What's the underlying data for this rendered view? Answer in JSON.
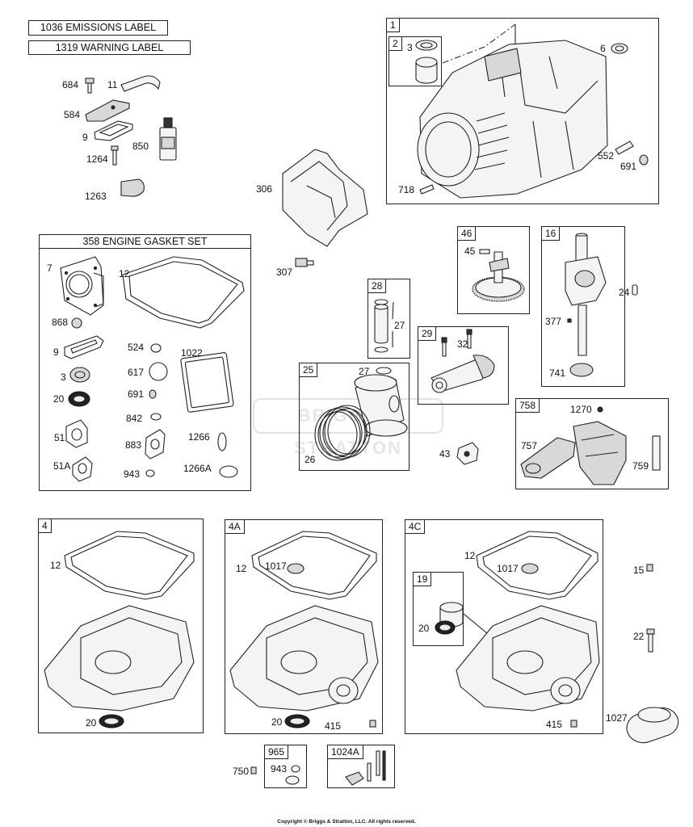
{
  "labels": {
    "emissions_label": "1036 EMISSIONS LABEL",
    "warning_label": "1319 WARNING LABEL",
    "gasket_set": "358 ENGINE GASKET SET"
  },
  "boxes": {
    "b1": "1",
    "b2": "2",
    "b28": "28",
    "b29": "29",
    "b25": "25",
    "b46": "46",
    "b16": "16",
    "b758": "758",
    "b4": "4",
    "b4a": "4A",
    "b4c": "4C",
    "b19": "19",
    "b965": "965",
    "b1024a": "1024A"
  },
  "parts": {
    "p684": "684",
    "p11": "11",
    "p584": "584",
    "p9a": "9",
    "p850": "850",
    "p1264": "1264",
    "p1263": "1263",
    "p306": "306",
    "p307": "307",
    "p3a": "3",
    "p6": "6",
    "p552": "552",
    "p691a": "691",
    "p718": "718",
    "p7": "7",
    "p12a": "12",
    "p868": "868",
    "p9b": "9",
    "p524": "524",
    "p1022": "1022",
    "p3b": "3",
    "p617": "617",
    "p20a": "20",
    "p691b": "691",
    "p842": "842",
    "p51": "51",
    "p883": "883",
    "p1266": "1266",
    "p51a": "51A",
    "p943a": "943",
    "p1266a": "1266A",
    "p27a": "27",
    "p32": "32",
    "p27b": "27",
    "p26": "26",
    "p45": "45",
    "p24": "24",
    "p377": "377",
    "p741": "741",
    "p43": "43",
    "p1270": "1270",
    "p757": "757",
    "p759": "759",
    "p12b": "12",
    "p20b": "20",
    "p12c": "12",
    "p1017a": "1017",
    "p20c": "20",
    "p415a": "415",
    "p12d": "12",
    "p1017b": "1017",
    "p20d": "20",
    "p415b": "415",
    "p15": "15",
    "p22": "22",
    "p1027": "1027",
    "p750": "750",
    "p943b": "943"
  },
  "watermark": "BRIGGS & STRATTON",
  "copyright": "Copyright © Briggs & Stratton, LLC. All rights reserved."
}
